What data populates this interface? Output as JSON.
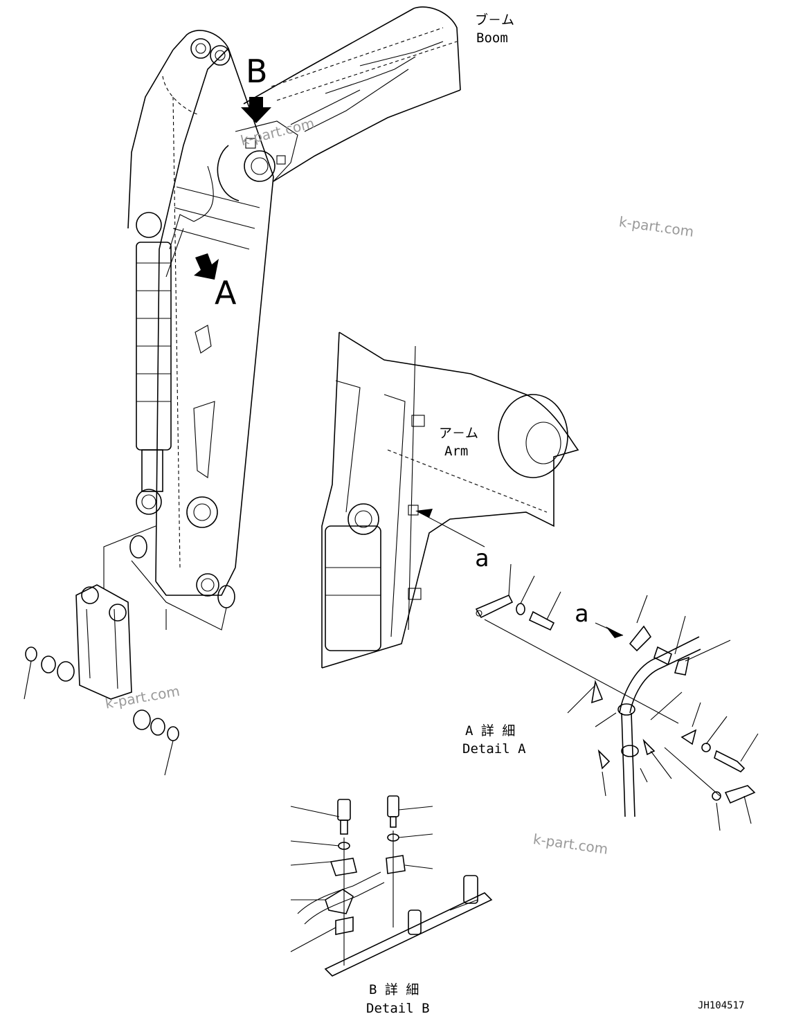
{
  "labels": {
    "boom_jp": "ブ－ム",
    "boom_en": "Boom",
    "arm_jp": "ア－ム",
    "arm_en": "Arm",
    "detail_a_jp": "A 詳 細",
    "detail_a_en": "Detail A",
    "detail_b_jp": "B 詳 細",
    "detail_b_en": "Detail B",
    "view_a": "A",
    "view_b": "B",
    "ref_a_upper": "a",
    "ref_a_lower": "a",
    "drawing_number": "JH104517"
  },
  "watermarks": [
    "k-part.com",
    "k-part.com",
    "k-part.com",
    "k-part.com"
  ],
  "colors": {
    "ink": "#000000",
    "watermark": "#9a9a9a",
    "background": "#ffffff"
  }
}
